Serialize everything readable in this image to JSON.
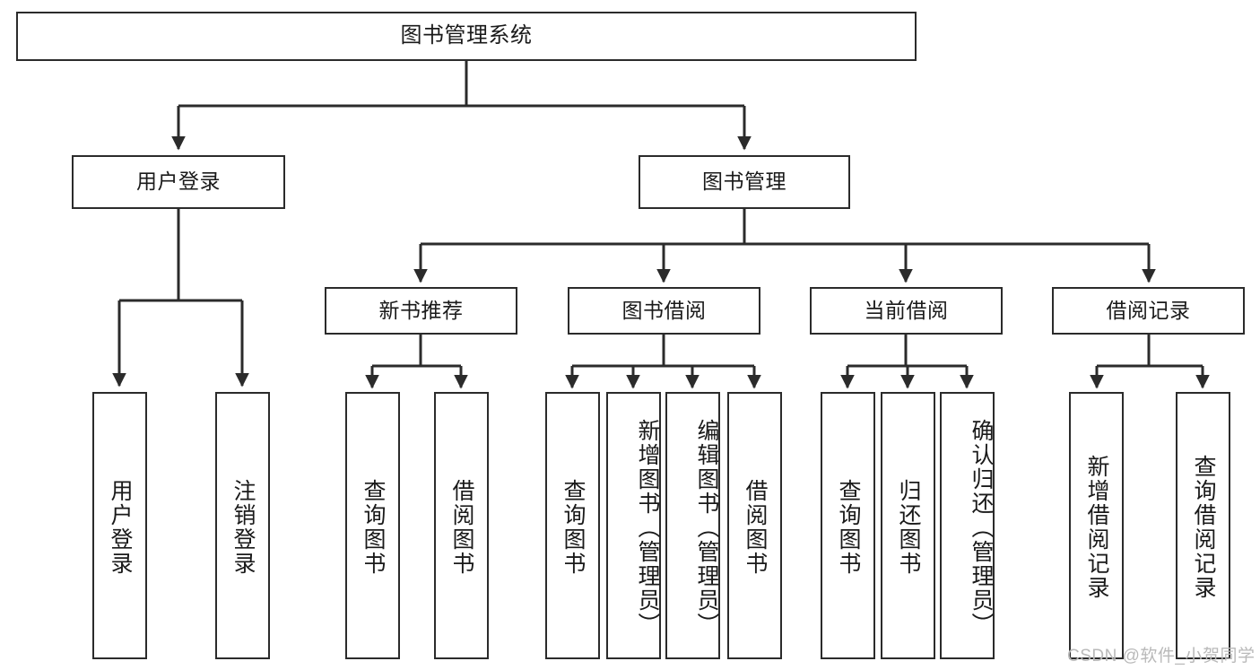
{
  "diagram": {
    "title": "图书管理系统",
    "type": "tree-hierarchy-diagram",
    "watermark": "CSDN @软件_小贺同学",
    "root": {
      "label": "图书管理系统"
    },
    "level2": [
      {
        "label": "用户登录"
      },
      {
        "label": "图书管理"
      }
    ],
    "level3": [
      {
        "label": "新书推荐"
      },
      {
        "label": "图书借阅"
      },
      {
        "label": "当前借阅"
      },
      {
        "label": "借阅记录"
      }
    ],
    "leaves": {
      "user_login": [
        {
          "label": "用户登录"
        },
        {
          "label": "注销登录"
        }
      ],
      "new_book_recommend": [
        {
          "label": "查询图书"
        },
        {
          "label": "借阅图书"
        }
      ],
      "book_borrow": [
        {
          "label": "查询图书"
        },
        {
          "label": "新增图书（管理员）"
        },
        {
          "label": "编辑图书（管理员）"
        },
        {
          "label": "借阅图书"
        }
      ],
      "current_borrow": [
        {
          "label": "查询图书"
        },
        {
          "label": "归还图书"
        },
        {
          "label": "确认归还（管理员）"
        }
      ],
      "borrow_record": [
        {
          "label": "新增借阅记录"
        },
        {
          "label": "查询借阅记录"
        }
      ]
    },
    "colors": {
      "box_border": "#2b2b2b",
      "box_fill": "#ffffff",
      "connector": "#2b2b2b",
      "text": "#1a1a1a",
      "watermark": "#b9b9b9",
      "background": "#ffffff"
    }
  }
}
